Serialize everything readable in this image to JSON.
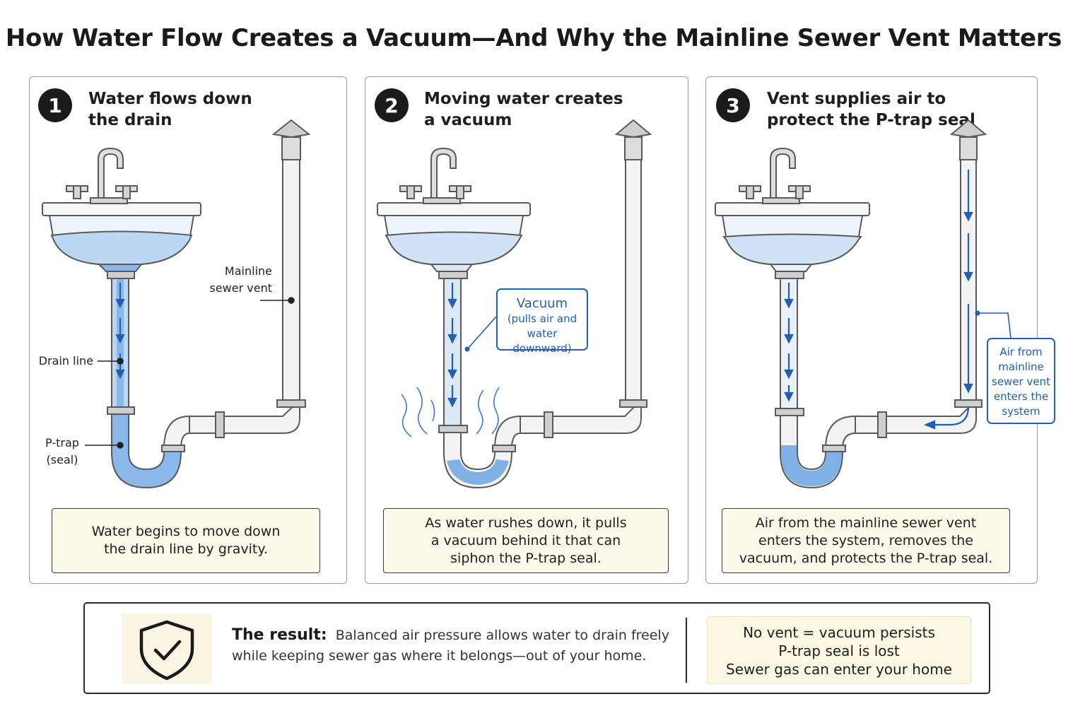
{
  "title": "How Water Flow Creates a Vacuum—And Why the Mainline Sewer Vent Matters",
  "panels": [
    {
      "number": "1",
      "title_line1": "Water flows down",
      "title_line2": "the drain",
      "caption_line1": "Water begins to move down",
      "caption_line2": "the drain line by gravity.",
      "labels": {
        "vent_line1": "Mainline",
        "vent_line2": "sewer vent",
        "drain": "Drain line",
        "ptrap_line1": "P-trap",
        "ptrap_line2": "(seal)"
      }
    },
    {
      "number": "2",
      "title_line1": "Moving water creates",
      "title_line2": "a vacuum",
      "caption_line1": "As water rushes down, it pulls",
      "caption_line2": "a vacuum behind it that can",
      "caption_line3": "siphon the P-trap seal.",
      "callout_line1": "Vacuum",
      "callout_line2": "(pulls air and",
      "callout_line3": "water downward)"
    },
    {
      "number": "3",
      "title_line1": "Vent supplies air to",
      "title_line2": "protect the P-trap seal",
      "caption_line1": "Air from the mainline sewer vent",
      "caption_line2": "enters the system, removes the",
      "caption_line3": "vacuum, and protects the P-trap seal.",
      "callout_line1": "Air from",
      "callout_line2": "mainline",
      "callout_line3": "sewer vent",
      "callout_line4": "enters the",
      "callout_line5": "system"
    }
  ],
  "result": {
    "heading": "The result:",
    "text_line1": "Balanced air pressure allows water to drain freely",
    "text_line2": "while keeping sewer gas where it belongs—out of your home.",
    "icon": "shield-check-icon"
  },
  "warning": {
    "line1": "No vent = vacuum persists",
    "line2": "P-trap seal is lost",
    "line3": "Sewer gas can enter your home"
  },
  "colors": {
    "water": "#7fb0e6",
    "water_light": "#cfe2f6",
    "arrow_blue": "#1f5fb5",
    "pipe_fill": "#f3f3f3",
    "pipe_stroke": "#5a5a5a",
    "caption_bg": "#fbf9ea"
  }
}
